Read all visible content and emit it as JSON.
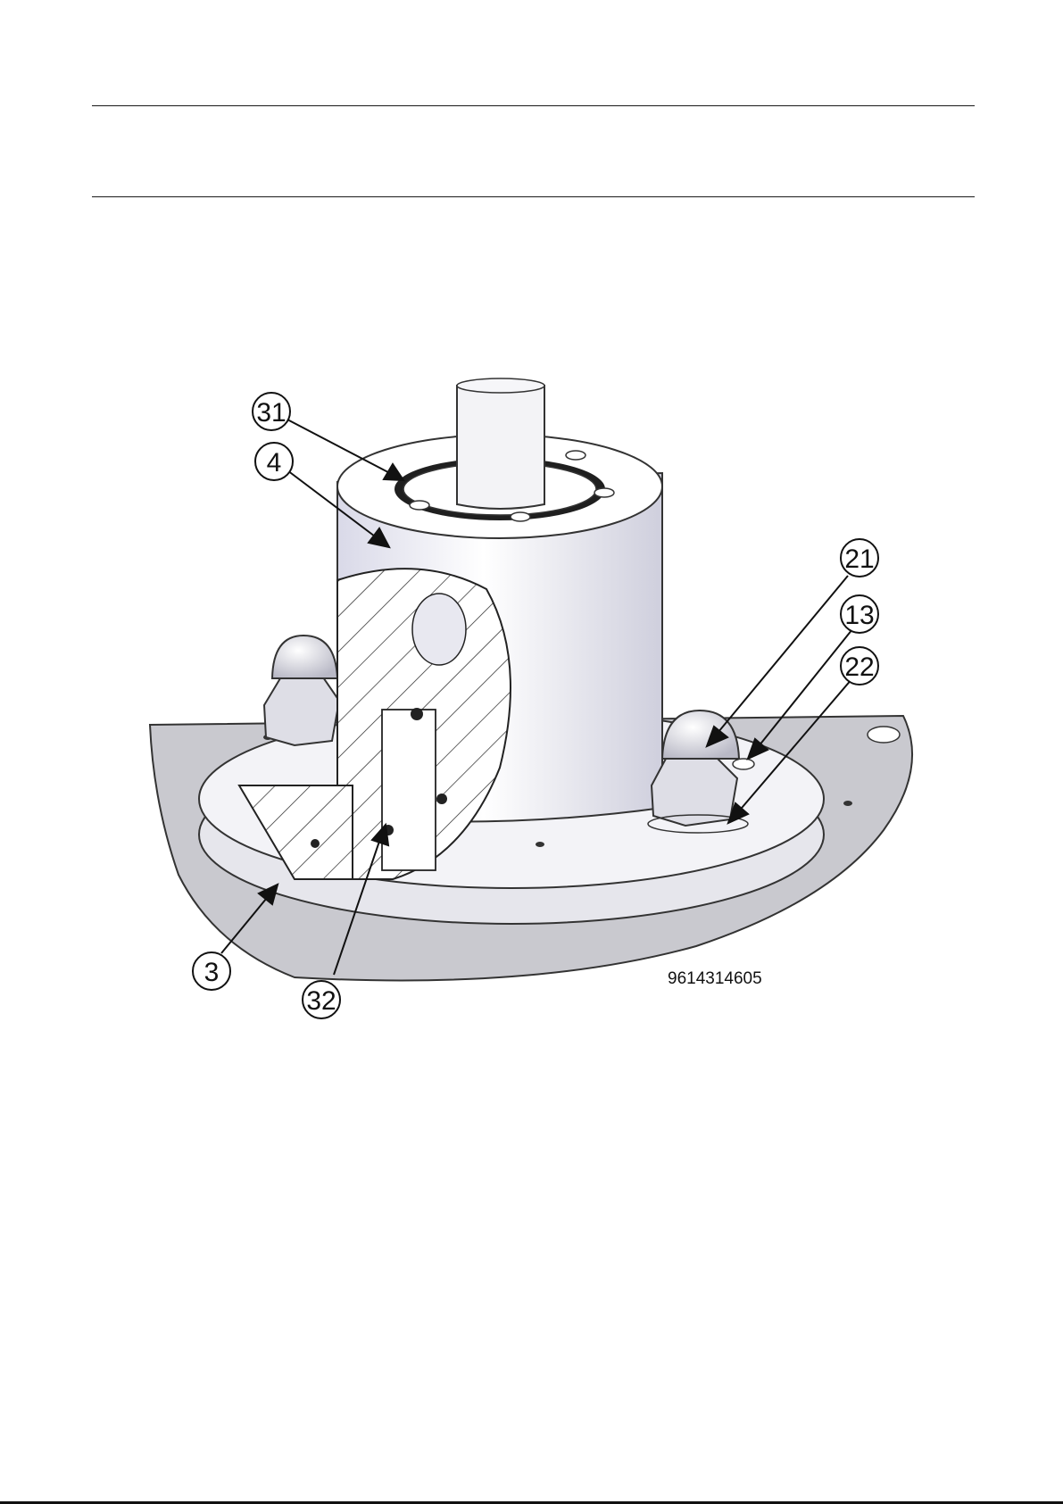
{
  "header": {
    "rule_top": true,
    "rule_bottom": true
  },
  "figure": {
    "callouts": [
      {
        "id": "31",
        "label": "31"
      },
      {
        "id": "4",
        "label": "4"
      },
      {
        "id": "21",
        "label": "21"
      },
      {
        "id": "13",
        "label": "13"
      },
      {
        "id": "22",
        "label": "22"
      },
      {
        "id": "3",
        "label": "3"
      },
      {
        "id": "32",
        "label": "32"
      }
    ],
    "document_number": "9614314605"
  }
}
